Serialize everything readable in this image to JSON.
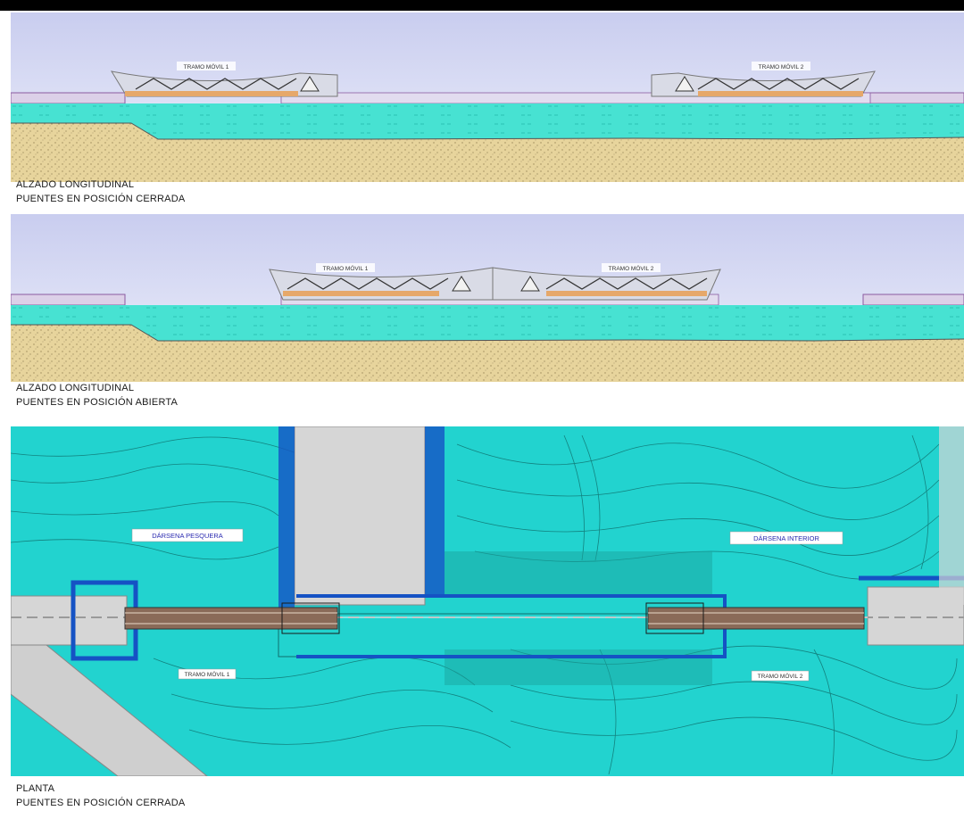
{
  "elevation_closed": {
    "caption_line1": "ALZADO LONGITUDINAL",
    "caption_line2": "PUENTES EN POSICIÓN CERRADA",
    "span1_label": "TRAMO MÓVIL 1",
    "span2_label": "TRAMO MÓVIL 2"
  },
  "elevation_open": {
    "caption_line1": "ALZADO LONGITUDINAL",
    "caption_line2": "PUENTES EN POSICIÓN ABIERTA",
    "span1_label": "TRAMO MÓVIL 1",
    "span2_label": "TRAMO MÓVIL 2"
  },
  "plan": {
    "caption_line1": "PLANTA",
    "caption_line2": "PUENTES EN POSICIÓN CERRADA",
    "basin_left_label": "DÁRSENA PESQUERA",
    "basin_right_label": "DÁRSENA INTERIOR",
    "span1_label": "TRAMO MÓVIL 1",
    "span2_label": "TRAMO MÓVIL 2"
  },
  "colors": {
    "sky": "#dcdff5",
    "water": "#3fe0d0",
    "sand": "#e7d49c",
    "deck": "#e6a86a",
    "plan_water": "#22d3cf",
    "quay": "#d6d6d6"
  }
}
